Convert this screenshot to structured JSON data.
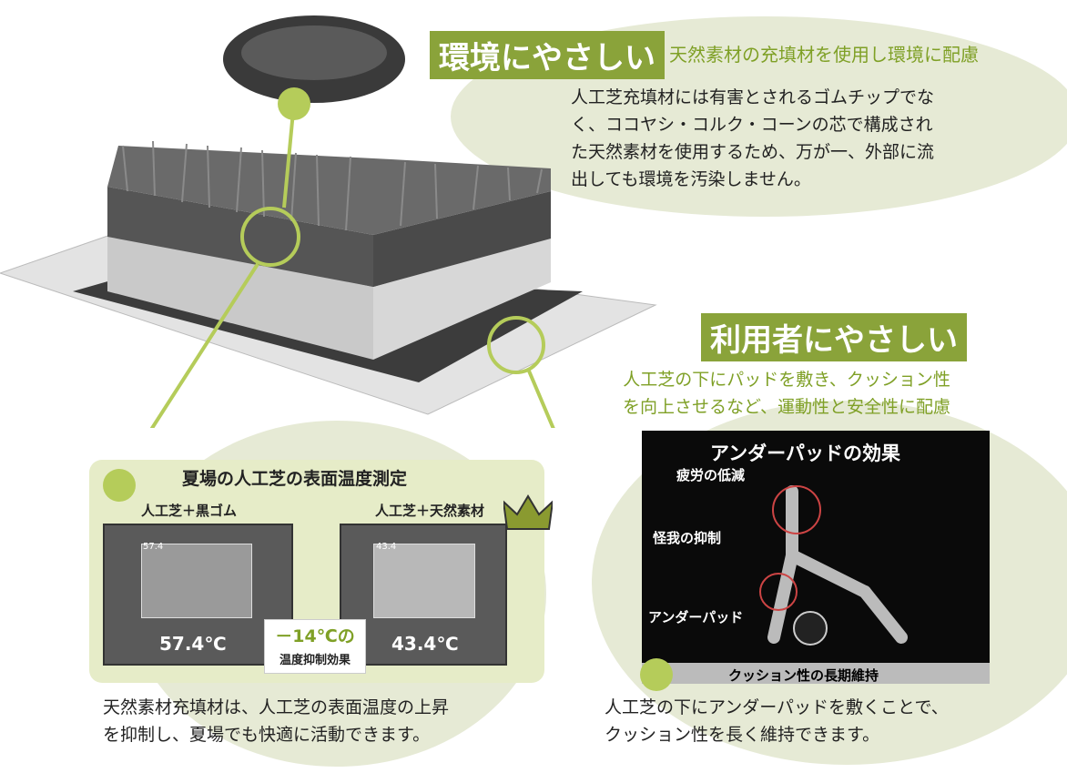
{
  "env": {
    "tag": "環境にやさしい",
    "subtitle": "天然素材の充填材を使用し環境に配慮",
    "body": [
      "人工芝充填材には有害とされるゴムチップでな",
      "く、ココヤシ・コルク・コーンの芯で構成され",
      "た天然素材を使用するため、万が一、外部に流",
      "出しても環境を汚染しません。"
    ]
  },
  "user": {
    "tag": "利用者にやさしい",
    "subtitle": [
      "人工芝の下にパッドを敷き、クッション性",
      "を向上させるなど、運動性と安全性に配慮"
    ]
  },
  "temp": {
    "title": "夏場の人工芝の表面温度測定",
    "left_label": "人工芝＋黒ゴム",
    "right_label": "人工芝＋天然素材",
    "left_value": "57.4℃",
    "right_value": "43.4℃",
    "left_readout": "57.4",
    "right_readout": "43.4",
    "effect_value": "－14℃の",
    "effect_label": "温度抑制効果",
    "caption": [
      "天然素材充填材は、人工芝の表面温度の上昇",
      "を抑制し、夏場でも快適に活動できます。"
    ]
  },
  "pad": {
    "title": "アンダーパッドの効果",
    "label1": "疲労の低減",
    "label2": "怪我の抑制",
    "label3": "アンダーパッド",
    "bottom": "クッション性の長期維持",
    "caption": [
      "人工芝の下にアンダーパッドを敷くことで、",
      "クッション性を長く維持できます。"
    ]
  },
  "colors": {
    "accent": "#8aa33a",
    "light_green": "#b5cc5a",
    "blob": "#e6ead5"
  }
}
